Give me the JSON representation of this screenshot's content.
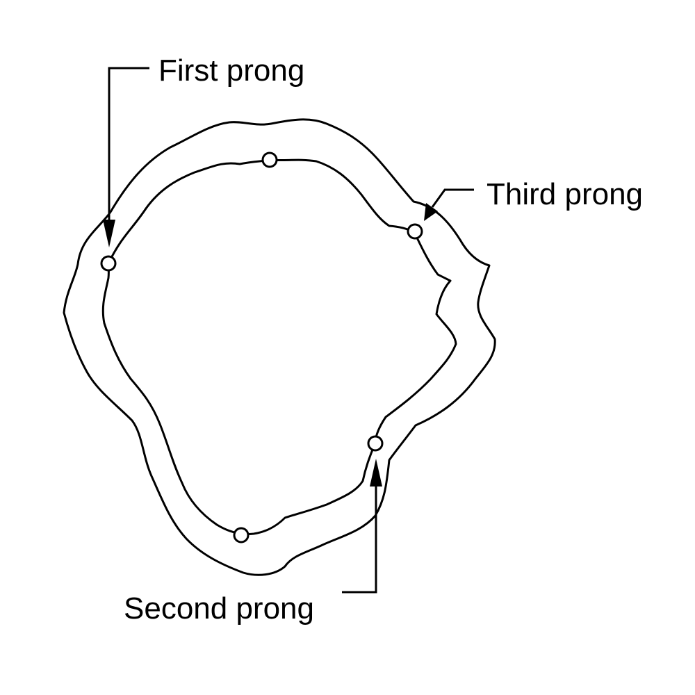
{
  "diagram": {
    "labels": {
      "first": "First prong",
      "second": "Second prong",
      "third": "Third prong"
    },
    "stroke_color": "#000000",
    "background_color": "#ffffff",
    "prong_count": 5
  }
}
